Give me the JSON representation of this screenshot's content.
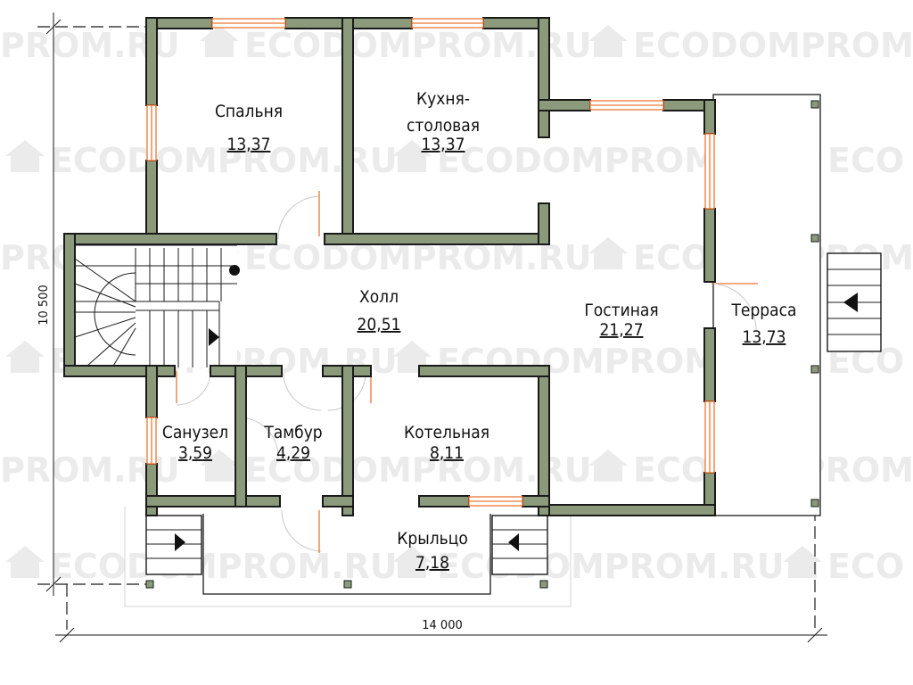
{
  "watermark": {
    "text": "ECODOMPROM.RU",
    "cut_right": "ECODOMPROM.R",
    "cut_left": "PROM.RU",
    "cut_short": "ECO"
  },
  "rooms": {
    "bedroom": {
      "name": "Спальня",
      "area": "13,37"
    },
    "kitchen": {
      "name_line1": "Кухня-",
      "name_line2": "столовая",
      "area": "13,37"
    },
    "hall": {
      "name": "Холл",
      "area": "20,51"
    },
    "living": {
      "name": "Гостиная",
      "area": "21,27"
    },
    "terrace": {
      "name": "Терраса",
      "area": "13,73"
    },
    "bathroom": {
      "name": "Санузел",
      "area": "3,59"
    },
    "vestibule": {
      "name": "Тамбур",
      "area": "4,29"
    },
    "boiler": {
      "name": "Котельная",
      "area": "8,11"
    },
    "porch": {
      "name": "Крыльцо",
      "area": "7,18"
    }
  },
  "dimensions": {
    "width": "14 000",
    "height": "10 500"
  },
  "colors": {
    "wall": "#8a9a7a",
    "window": "#ee7733",
    "watermark": "#ebebeb"
  }
}
